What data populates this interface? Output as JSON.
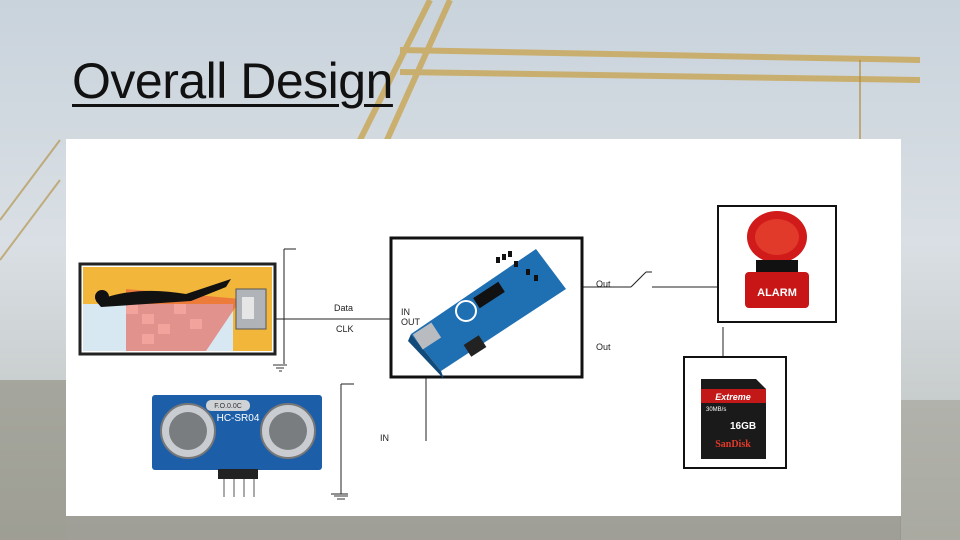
{
  "slide": {
    "title": "Overall Design"
  },
  "diagram": {
    "labels": {
      "data": "Data",
      "clk": "CLK",
      "in_top": "IN",
      "out_top": "OUT",
      "out_switch": "Out",
      "out_lower": "Out",
      "in_bottom": "IN"
    },
    "sensor_text": "HC-SR04",
    "sensor_crystal": "F.O.0.0C",
    "alarm_text": "ALARM",
    "sd_card": {
      "brand_top": "Extreme",
      "speed": "30MB/s",
      "capacity": "16GB",
      "brand": "SanDisk"
    }
  },
  "colors": {
    "arduino_blue": "#1f6fb3",
    "alarm_red": "#d11a1a",
    "sensor_blue": "#1c5fa8"
  }
}
